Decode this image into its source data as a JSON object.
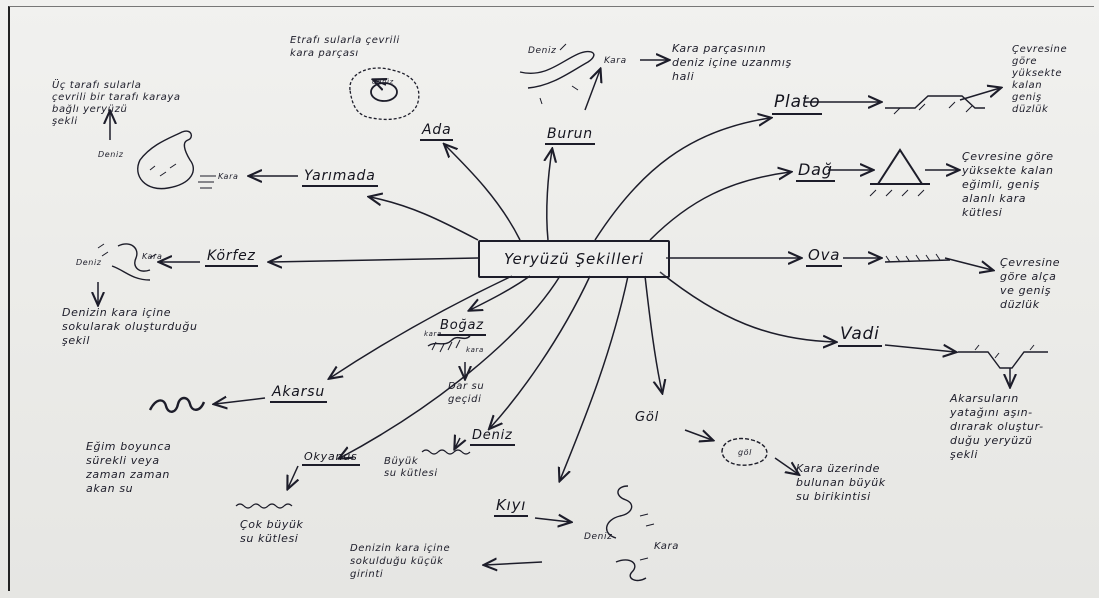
{
  "colors": {
    "ink": "#1d1d2a",
    "paper": "#ecece9"
  },
  "center": {
    "label": "Yeryüzü Şekilleri"
  },
  "terms": {
    "ada": "Ada",
    "burun": "Burun",
    "plato": "Plato",
    "dag": "Dağ",
    "ova": "Ova",
    "vadi": "Vadi",
    "yarimada": "Yarımada",
    "korfez": "Körfez",
    "bogaz": "Boğaz",
    "akarsu": "Akarsu",
    "okyanus": "Okyanus",
    "deniz": "Deniz",
    "kiyi": "Kıyı",
    "gol": "Göl"
  },
  "definitions": {
    "ada": "Etrafı sularla çevrili\nkara parçası",
    "burun": "Kara parçasının\ndeniz içine uzanmış\nhali",
    "plato": "Çevresine\ngöre\nyüksekte\nkalan\ngeniş\ndüzlük",
    "dag": "Çevresine göre\nyüksekte kalan\neğimli, geniş\nalanlı kara\nkütlesi",
    "ova": "Çevresine\ngöre alça\nve geniş\ndüzlük",
    "vadi": "Akarsuların\nyatağını aşın-\ndırarak oluştur-\nduğu yeryüzü\nşekli",
    "yarimada": "Üç tarafı sularla\nçevrili bir tarafı karaya\nbağlı yeryüzü\nşekli",
    "korfez": "Denizin kara içine\nsokularak oluşturduğu\nşekil",
    "bogaz": "Dar su\ngeçidi",
    "akarsu": "Eğim boyunca\nsürekli veya\nzaman zaman\nakan su",
    "okyanus": "Çok büyük\nsu kütlesi",
    "deniz": "Büyük\nsu kütlesi",
    "kiyi": "Denizin kara içine\nsokulduğu küçük\ngirinti",
    "gol": "Kara üzerinde\nbulunan büyük\nsu birikintisi"
  },
  "sketch_labels": {
    "ada_center": "deniz",
    "burun_deniz": "Deniz",
    "burun_kara": "Kara",
    "yarimada_deniz": "Deniz",
    "yarimada_kara": "Kara",
    "korfez_deniz": "Deniz",
    "korfez_kara": "Kara",
    "bogaz_kara1": "kara",
    "bogaz_kara2": "kara",
    "gol_center": "göl",
    "kiyi_deniz": "Deniz",
    "kiyi_kara": "Kara"
  }
}
